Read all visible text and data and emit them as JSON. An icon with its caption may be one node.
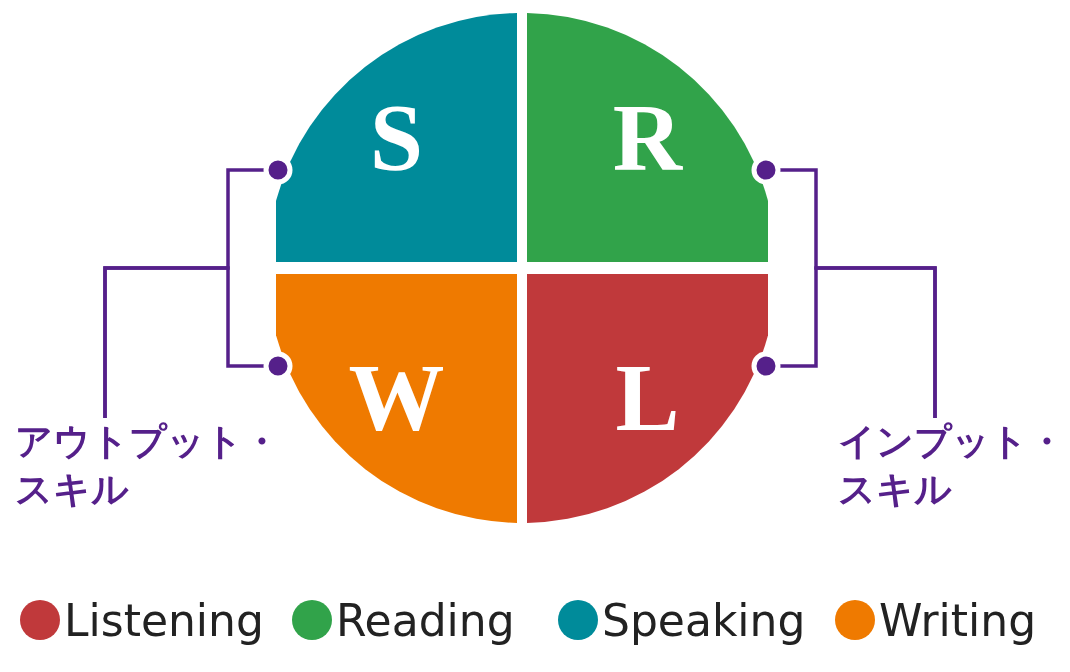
{
  "diagram": {
    "nodes": [
      {
        "text": [
          "S"
        ]
      },
      {
        "text": [
          "R"
        ]
      },
      {
        "text": [
          "W"
        ]
      },
      {
        "text": [
          "L"
        ]
      },
      {
        "text": [
          "アウトプット・スキル"
        ]
      },
      {
        "text": [
          "インプット・スキル"
        ]
      }
    ],
    "edges": [
      {
        "from": 4,
        "to": 0,
        "arrow": "other"
      },
      {
        "from": 4,
        "to": 2,
        "arrow": "other"
      },
      {
        "from": 5,
        "to": 1,
        "arrow": "other"
      },
      {
        "from": 5,
        "to": 3,
        "arrow": "other"
      }
    ],
    "legend": [
      {
        "text": "Listening",
        "color": "#c0393b"
      },
      {
        "text": "Reading",
        "color": "#31a34a"
      },
      {
        "text": "Speaking",
        "color": "#008b9a"
      },
      {
        "text": "Writing",
        "color": "#ef7a00"
      }
    ]
  }
}
